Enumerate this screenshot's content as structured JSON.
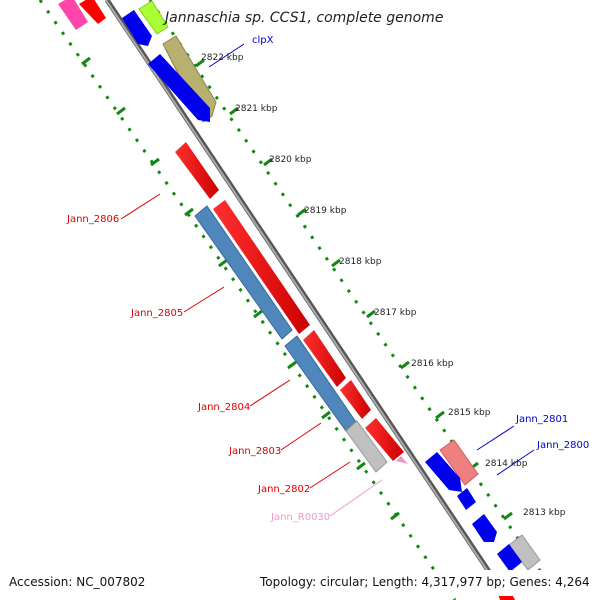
{
  "title": "Jannaschia sp. CCS1, complete genome",
  "footer": {
    "accession": "Accession: NC_007802",
    "summary": "Topology: circular; Length: 4,317,977 bp; Genes: 4,264"
  },
  "ticks": [
    "2822 kbp",
    "2821 kbp",
    "2820 kbp",
    "2819 kbp",
    "2818 kbp",
    "2817 kbp",
    "2816 kbp",
    "2815 kbp",
    "2814 kbp",
    "2813 kbp"
  ],
  "gene_labels": [
    {
      "text": "clpX",
      "color": "#0000cc"
    },
    {
      "text": "Jann_2806",
      "color": "#dd0000"
    },
    {
      "text": "Jann_2805",
      "color": "#dd0000"
    },
    {
      "text": "Jann_2804",
      "color": "#dd0000"
    },
    {
      "text": "Jann_2803",
      "color": "#dd0000"
    },
    {
      "text": "Jann_2802",
      "color": "#dd0000"
    },
    {
      "text": "Jann_R0030",
      "color": "#ee99cc"
    },
    {
      "text": "Jann_2801",
      "color": "#0000cc"
    },
    {
      "text": "Jann_2800",
      "color": "#0000cc"
    }
  ],
  "colors": {
    "backbone": "#888888",
    "dots": "#118811",
    "red": "#ff0000",
    "blue": "#0000ee",
    "steel": "#4f87bd",
    "olive": "#b8b070",
    "grey": "#c0c0c0",
    "salmon": "#ee8080",
    "magenta": "#ff44aa",
    "lime": "#aaff33"
  }
}
